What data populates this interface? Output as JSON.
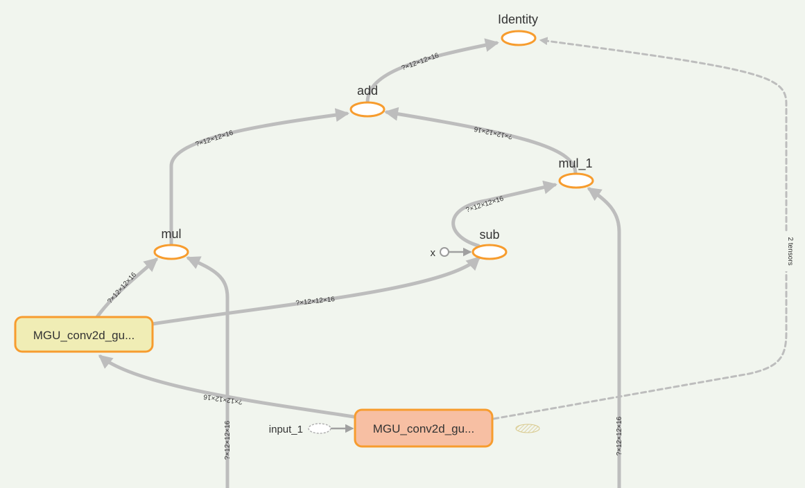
{
  "graph": {
    "nodes": {
      "identity": {
        "label": "Identity"
      },
      "add": {
        "label": "add"
      },
      "mul_1": {
        "label": "mul_1"
      },
      "mul": {
        "label": "mul"
      },
      "sub": {
        "label": "sub"
      },
      "x": {
        "label": "x"
      },
      "input_1": {
        "label": "input_1"
      },
      "group_top": {
        "label": "MGU_conv2d_gu..."
      },
      "group_bottom": {
        "label": "MGU_conv2d_gu..."
      }
    },
    "edges": {
      "add_to_identity": "?×12×12×16",
      "mul_to_add": "?×12×12×16",
      "mul1_to_add": "?×12×12×16",
      "sub_to_mul1": "?×12×12×16",
      "group_to_mul": "?×12×12×16",
      "group_to_sub": "?×12×12×16",
      "bottom_to_group": "?×12×12×16",
      "left_vertical": "?×12×12×16",
      "right_vertical": "?×12×12×16",
      "dashed_to_identity": "2 tensors"
    },
    "colors": {
      "background": "#f1f5ee",
      "op_stroke": "#f79c2e",
      "edge": "#bdbdbd",
      "meta_fill": "#f0edb5",
      "meta_selected_fill": "#f7bfa3"
    }
  }
}
